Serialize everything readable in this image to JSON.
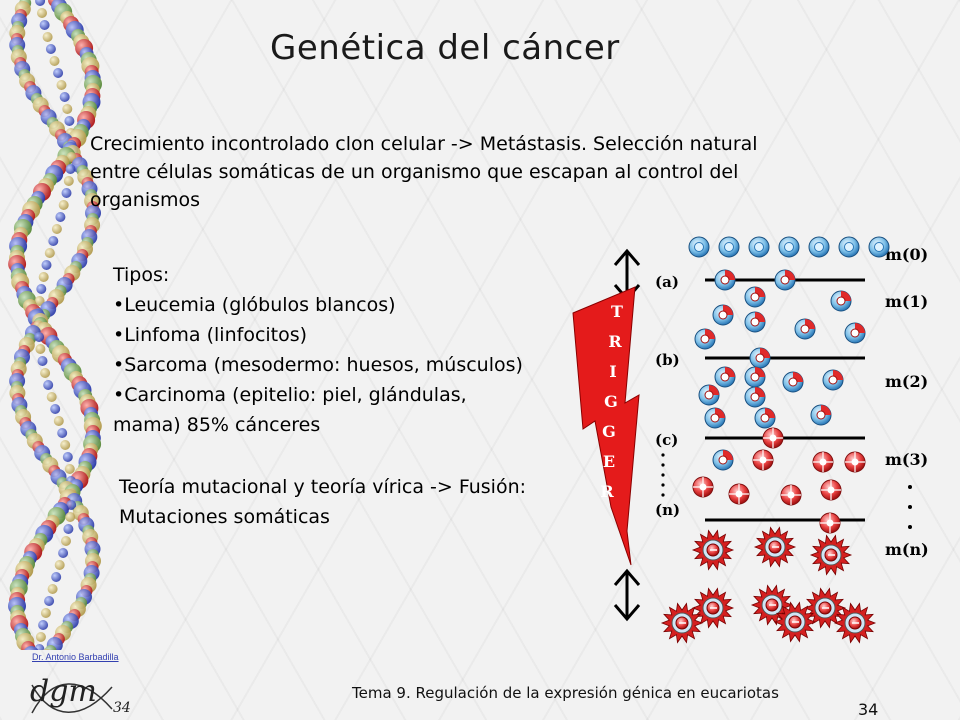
{
  "title": "Genética del cáncer",
  "intro": "Crecimiento incontrolado clon celular -> Metástasis. Selección natural entre células somáticas de un organismo que escapan al control del organismos",
  "types": {
    "heading": "Tipos:",
    "items": [
      "•Leucemia (glóbulos blancos)",
      "•Linfoma (linfocitos)",
      "•Sarcoma (mesodermo: huesos, músculos)",
      "•Carcinoma (epitelio: piel, glándulas,",
      "mama) 85% cánceres"
    ]
  },
  "theory": {
    "line1": "Teoría mutacional y teoría vírica -> Fusión:",
    "line2": "Mutaciones somáticas"
  },
  "figure": {
    "trigger_letters": [
      "T",
      "R",
      "I",
      "G",
      "G",
      "E",
      "R"
    ],
    "stage_labels": [
      "(a)",
      "(b)",
      "(c)",
      "(n)"
    ],
    "m_labels": [
      "m(0)",
      "m(1)",
      "m(2)",
      "m(3)",
      "m(n)"
    ],
    "colors": {
      "bolt": "#e41b1b",
      "cell_blue": "#5aa8d8",
      "cell_red": "#e02a2a",
      "spike": "#d42020"
    }
  },
  "footer": {
    "author": "Dr. Antonio Barbadilla",
    "logo_text": "dgm",
    "slide_small": "34",
    "course": "Tema 9. Regulación de la expresión génica en eucariotas",
    "page": "34"
  }
}
